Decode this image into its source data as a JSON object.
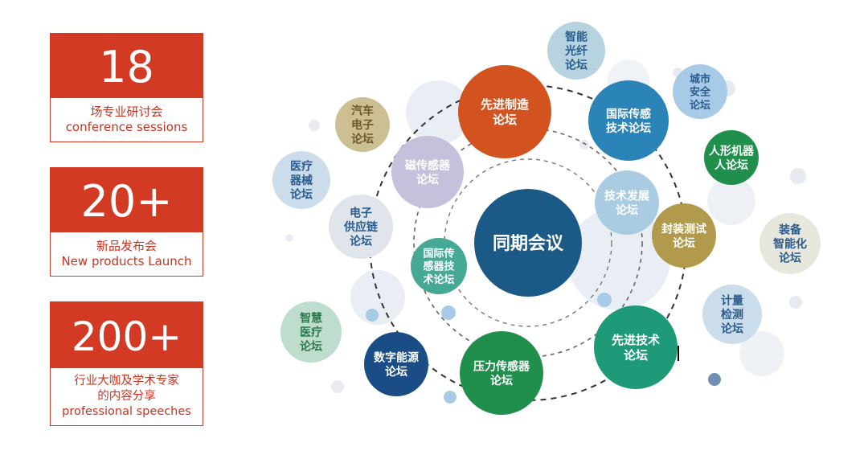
{
  "stats": [
    {
      "number": "18",
      "lines": [
        "场专业研讨会",
        "conference sessions"
      ]
    },
    {
      "number": "20+",
      "lines": [
        "新品发布会",
        "New products Launch"
      ]
    },
    {
      "number": "200+",
      "lines": [
        "行业大咖及学术专家",
        "的内容分享",
        "professional speeches"
      ]
    }
  ],
  "center": {
    "label": "同期会议"
  },
  "forums": [
    {
      "id": "xjzz",
      "lines": [
        "先进制造",
        "论坛"
      ]
    },
    {
      "id": "gjcg1",
      "lines": [
        "国际传感",
        "技术论坛"
      ]
    },
    {
      "id": "cgq",
      "lines": [
        "磁传感器",
        "论坛"
      ]
    },
    {
      "id": "jsfz",
      "lines": [
        "技术发展",
        "论坛"
      ]
    },
    {
      "id": "fzcs",
      "lines": [
        "封装测试",
        "论坛"
      ]
    },
    {
      "id": "gjcg2",
      "lines": [
        "国际传",
        "感器技",
        "术论坛"
      ]
    },
    {
      "id": "xjjs",
      "lines": [
        "先进技术",
        "论坛"
      ]
    },
    {
      "id": "ylcgq",
      "lines": [
        "压力传感器",
        "论坛"
      ]
    },
    {
      "id": "szny",
      "lines": [
        "数字能源",
        "论坛"
      ]
    },
    {
      "id": "dzgyl",
      "lines": [
        "电子",
        "供应链",
        "论坛"
      ]
    },
    {
      "id": "qcdz",
      "lines": [
        "汽车",
        "电子",
        "论坛"
      ]
    },
    {
      "id": "ylqx",
      "lines": [
        "医疗",
        "器械",
        "论坛"
      ]
    },
    {
      "id": "znxw",
      "lines": [
        "智能",
        "光纤",
        "论坛"
      ]
    },
    {
      "id": "csaq",
      "lines": [
        "城市",
        "安全",
        "论坛"
      ]
    },
    {
      "id": "rxjq",
      "lines": [
        "人形机器",
        "人论坛"
      ]
    },
    {
      "id": "zbznh",
      "lines": [
        "装备",
        "智能化",
        "论坛"
      ]
    },
    {
      "id": "jljc",
      "lines": [
        "计量",
        "检测",
        "论坛"
      ]
    },
    {
      "id": "zhyl",
      "lines": [
        "智慧",
        "医疗",
        "论坛"
      ]
    }
  ],
  "colors": {
    "accent_red": "#d23a24",
    "center": "#1b5a87",
    "orange": "#d2531f",
    "blue": "#2b84b8",
    "lavender": "#c6c0dd",
    "light_blue": "#a9cce3",
    "olive": "#b19a4c",
    "teal": "#45a996",
    "green": "#1e9a79",
    "dark_green": "#1f8f4b",
    "navy": "#1a4c86",
    "pale_gray": "#dfe5ea",
    "tan": "#cbbf93",
    "gray_blue": "#cbdceb",
    "cyan_gray": "#b7d3e0",
    "sky": "#a7cbe6",
    "cream": "#e7e7dd",
    "mint": "#bfddcc",
    "text_blue": "#2a5d8f",
    "text_green": "#2e7a52",
    "text_brown": "#6e5a2c"
  }
}
